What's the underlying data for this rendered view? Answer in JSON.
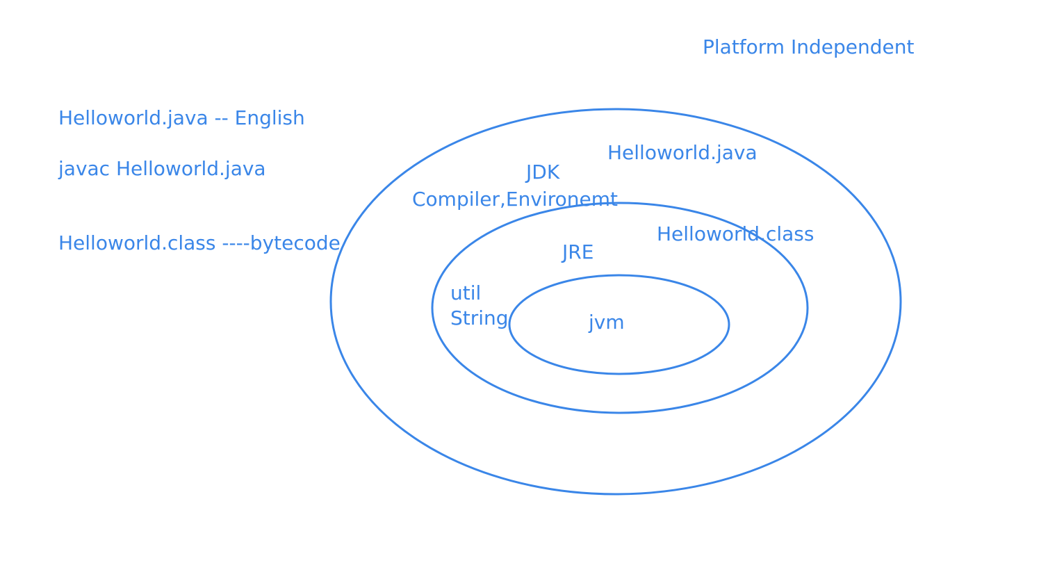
{
  "colors": {
    "ink": "#3a86e8",
    "background": "#ffffff"
  },
  "notes": {
    "platform": "Platform Independent",
    "source_file": "Helloworld.java -- English",
    "compile_command": "javac Helloworld.java",
    "bytecode": "Helloworld.class ----bytecode"
  },
  "rings": {
    "jdk": {
      "label": "JDK",
      "contents": "Compiler,Environemt",
      "file": "Helloworld.java"
    },
    "jre": {
      "label": "JRE",
      "file": "Helloworld.class",
      "libraries": [
        "util",
        "String"
      ]
    },
    "jvm": {
      "label": "jvm"
    }
  }
}
